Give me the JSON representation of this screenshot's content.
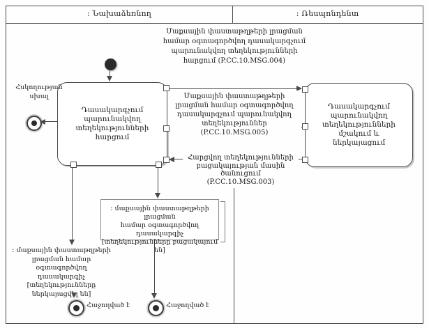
{
  "diagram": {
    "type": "uml-activity-swimlane",
    "header": {
      "left_lane": ": Նախաձեռնող",
      "right_lane": ": Ռեսպոնդենտ"
    },
    "nodes": {
      "left_activity": {
        "text": "Դասակարգչում պարունակվող տեղեկությունների հարցում",
        "lines": [
          "Դասակարգչում",
          "պարունակվող",
          "տեղեկությունների հարցում"
        ]
      },
      "right_activity": {
        "text": "Դասակարգչում պարունակվող տեղեկությունների մշակում և ներկայացում",
        "lines": [
          "Դասակարգչում",
          "պարունակվող",
          "տեղեկությունների մշակում և",
          "ներկայացում"
        ]
      },
      "object_missing": {
        "text": ": մաքսային փաստաթղթերի լրացման համար օգտագործվող դասակարգիչ [տեղեկությունները բացակայում են]",
        "lines": [
          ": մաքսային փաստաթղթերի լրացման",
          "համար օգտագործվող դասակարգիչ",
          "[տեղեկությունները բացակայում են]"
        ]
      },
      "object_presented": {
        "text": ": մաքսային փաստաթղթերի լրացման համար օգտագործվող դասակարգիչ [տեղեկությունները ներկայացվել են]",
        "lines": [
          ": մաքսային փաստաթղթերի",
          "լրացման համար օգտագործվող",
          "դասակարգիչ [տեղեկությունները",
          "ներկայացվել են]"
        ]
      },
      "error_end": {
        "text": "Հսկողության սխալ",
        "lines": [
          "Հսկողության",
          "սխալ"
        ]
      },
      "success_end_left": {
        "text": "Հաջողված է"
      },
      "success_end_right": {
        "text": "Հաջողված է"
      }
    },
    "messages": {
      "msg004": {
        "text": "Մաքսային փաստաթղթերի լրացման համար օգտագործվող դասակարգչում պարունակվող տեղեկությունների հարցում (P.CC.10.MSG.004)",
        "lines": [
          "Մաքսային փաստաթղթերի լրացման",
          "համար օգտագործվող դասակարգչում",
          "պարունակվող տեղեկությունների",
          "հարցում (P.CC.10.MSG.004)"
        ]
      },
      "msg005": {
        "text": "Մաքսային փաստաթղթերի լրացման համար օգտագործվող դասակարգչում պարունակվող տեղեկություններ (P.CC.10.MSG.005)",
        "lines": [
          "Մաքսային փաստաթղթերի",
          "լրացման համար օգտագործվող",
          "դասակարգչում պարունակվող",
          "տեղեկություններ (P.CC.10.MSG.005)"
        ]
      },
      "msg003": {
        "text": "Հարցվող տեղեկությունների բացակայության մասին ծանուցում (P.CC.10.MSG.003)",
        "lines": [
          "Հարցվող տեղեկությունների",
          "բացակայության մասին ծանուցում",
          "(P.CC.10.MSG.003)"
        ]
      }
    },
    "colors": {
      "line": "#4a4a4a",
      "text": "#1a1a1a",
      "node_fill": "#2b2b2b",
      "shadow": "#c9c9c9",
      "background": "#fefefe"
    }
  }
}
